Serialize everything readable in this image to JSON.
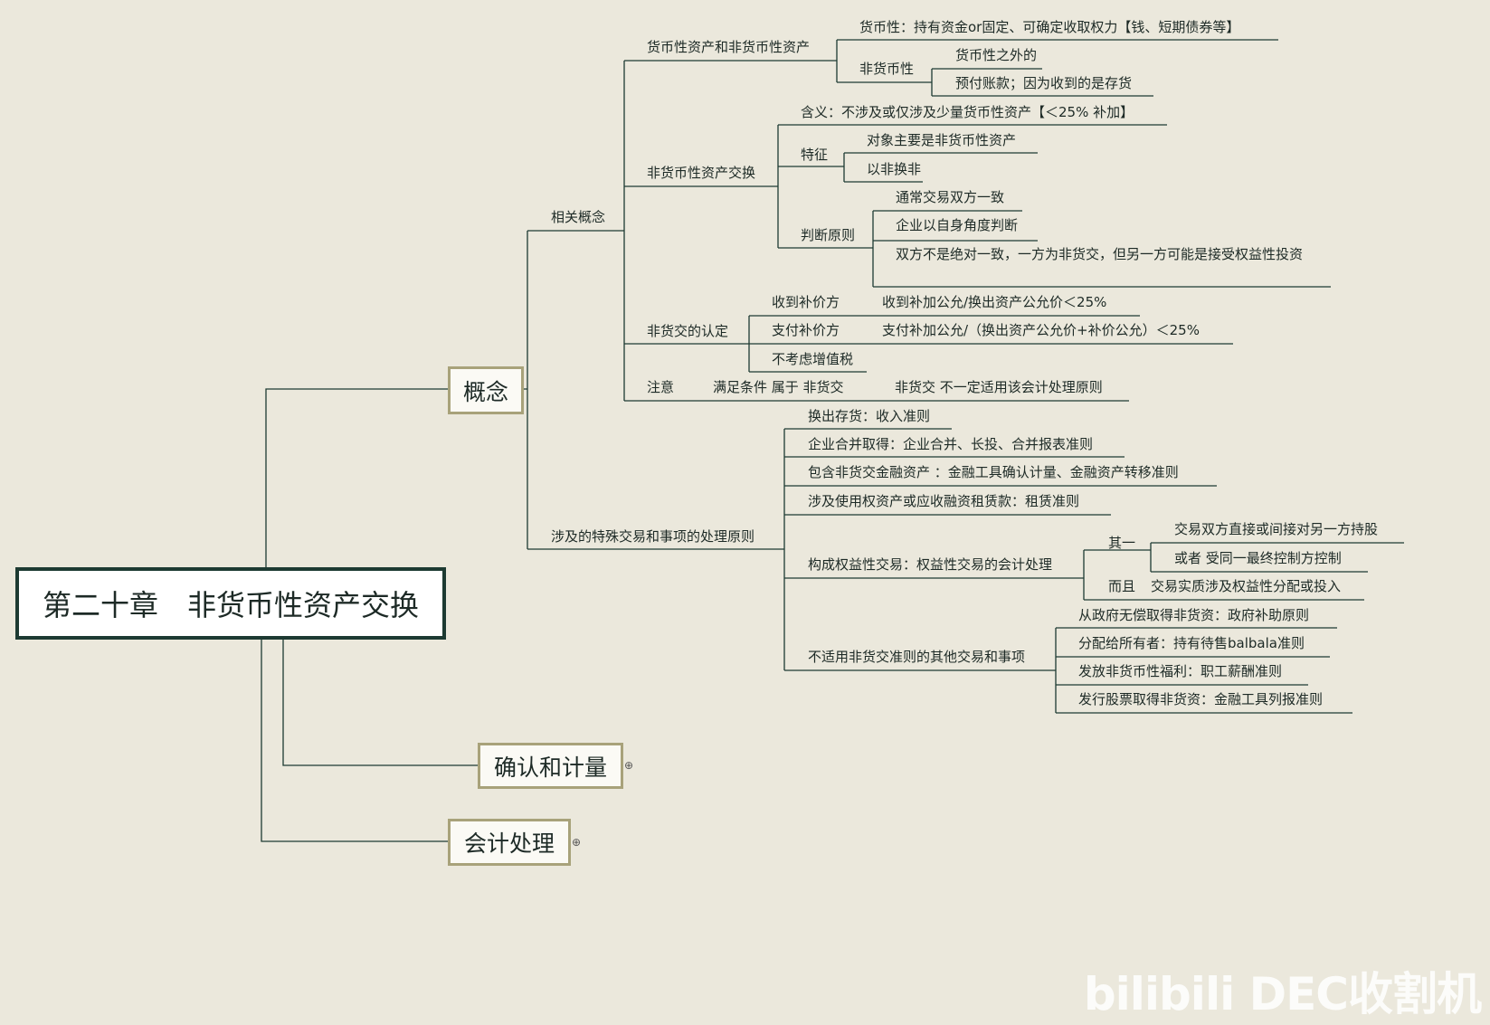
{
  "root": {
    "title": "第二十章　非货币性资产交换"
  },
  "branches": [
    {
      "label": "概念"
    },
    {
      "label": "确认和计量",
      "collapsed": true
    },
    {
      "label": "会计处理",
      "collapsed": true
    }
  ],
  "concept": {
    "related": "相关概念",
    "monetary": {
      "label": "货币性资产和非货币性资产",
      "m": "货币性：持有资金or固定、可确定收取权力【钱、短期债券等】",
      "nm": "非货币性",
      "nm1": "货币性之外的",
      "nm2": "预付账款；因为收到的是存货"
    },
    "exchange": {
      "label": "非货币性资产交换",
      "meaning": "含义：不涉及或仅涉及少量货币性资产【＜25% 补加】",
      "feature": "特征",
      "f1": "对象主要是非货币性资产",
      "f2": "以非换非",
      "judge": "判断原则",
      "j1": "通常交易双方一致",
      "j2": "企业以自身角度判断",
      "j3": "双方不是绝对一致，一方为非货交，但另一方可能是接受权益性投资"
    },
    "recognition": {
      "label": "非货交的认定",
      "r1": "收到补价方",
      "r1v": "收到补加公允/换出资产公允价＜25%",
      "r2": "支付补价方",
      "r2v": "支付补加公允/（换出资产公允价+补价公允）＜25%",
      "r3": "不考虑增值税"
    },
    "note": {
      "label": "注意",
      "a": "满足条件  属于 非货交",
      "b": "非货交 不一定适用该会计处理原则"
    },
    "special": {
      "label": "涉及的特殊交易和事项的处理原则",
      "s1": "换出存货：收入准则",
      "s2": "企业合并取得：企业合并、长投、合并报表准则",
      "s3": "包含非货交金融资产 ：金融工具确认计量、金融资产转移准则",
      "s4": "涉及使用权资产或应收融资租赁款：租赁准则",
      "equity": {
        "label": "构成权益性交易：权益性交易的会计处理",
        "one": "其一",
        "o1": "交易双方直接或间接对另一方持股",
        "o2": "或者  受同一最终控制方控制",
        "and": "而且",
        "andv": "交易实质涉及权益性分配或投入"
      },
      "other": {
        "label": "不适用非货交准则的其他交易和事项",
        "x1": "从政府无偿取得非货资：政府补助原则",
        "x2": "分配给所有者：持有待售balbala准则",
        "x3": "发放非货币性福利：职工薪酬准则",
        "x4": "发行股票取得非货资：金融工具列报准则"
      }
    }
  },
  "watermark": "bilibili DEC收割机",
  "colors": {
    "background": "#ebe8dc",
    "line": "#1d3a32",
    "box_border": "#a8a27a"
  }
}
